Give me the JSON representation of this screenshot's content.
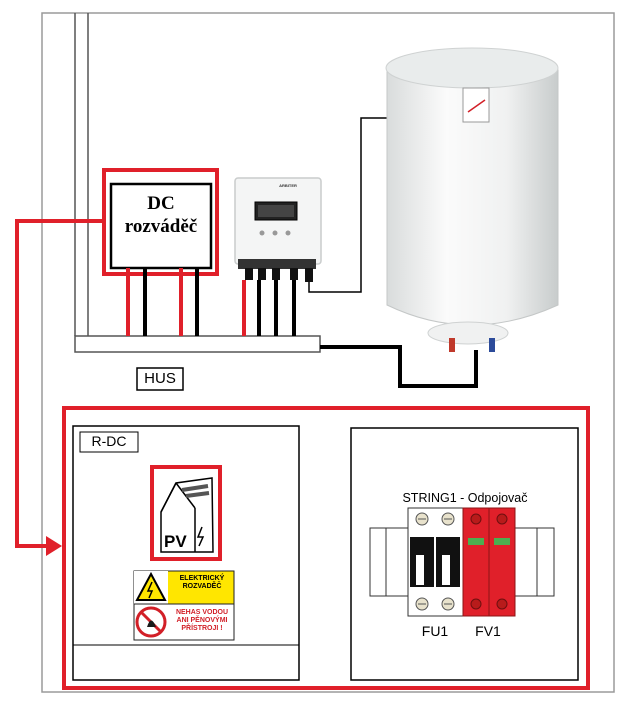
{
  "labels": {
    "dc_box": "DC rozváděč",
    "hus": "HUS",
    "r_dc": "R-DC",
    "pv": "PV",
    "string": "STRING1 - Odpojovač",
    "fu1": "FU1",
    "fv1": "FV1",
    "warning_electric": "ELEKTRICKÝ ROZVADĚČ",
    "warning_water": "NEHAS VODOU ANI PĚNOVÝMI PŘÍSTROJI !",
    "inverter_brand": "ARBITER"
  },
  "colors": {
    "red": "#e0202a",
    "black": "#000000",
    "warning_yellow": "#ffe600",
    "panel_gray": "#9a9a9a"
  }
}
